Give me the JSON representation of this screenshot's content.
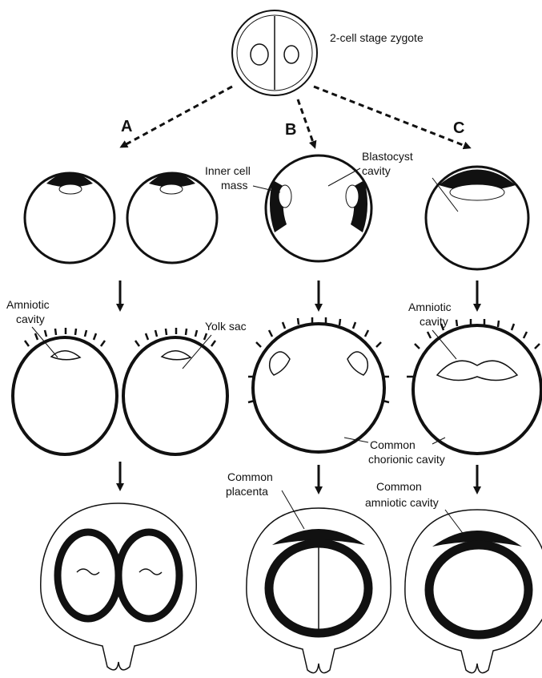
{
  "zygote_label": "2-cell stage zygote",
  "pathways": [
    {
      "id": "A",
      "letter": "A"
    },
    {
      "id": "B",
      "letter": "B"
    },
    {
      "id": "C",
      "letter": "C"
    }
  ],
  "labels": {
    "inner_cell_mass_1": "Inner cell",
    "inner_cell_mass_2": "mass",
    "blastocyst_cavity_1": "Blastocyst",
    "blastocyst_cavity_2": "cavity",
    "amniotic_cavity_a_1": "Amniotic",
    "amniotic_cavity_a_2": "cavity",
    "yolk_sac": "Yolk sac",
    "amniotic_cavity_c_1": "Amniotic",
    "amniotic_cavity_c_2": "cavity",
    "common_chorionic_cavity_1": "Common",
    "common_chorionic_cavity_2": "chorionic cavity",
    "common_placenta_1": "Common",
    "common_placenta_2": "placenta",
    "common_amniotic_cavity_1": "Common",
    "common_amniotic_cavity_2": "amniotic cavity"
  },
  "colors": {
    "ink": "#111111",
    "paper": "#ffffff"
  }
}
